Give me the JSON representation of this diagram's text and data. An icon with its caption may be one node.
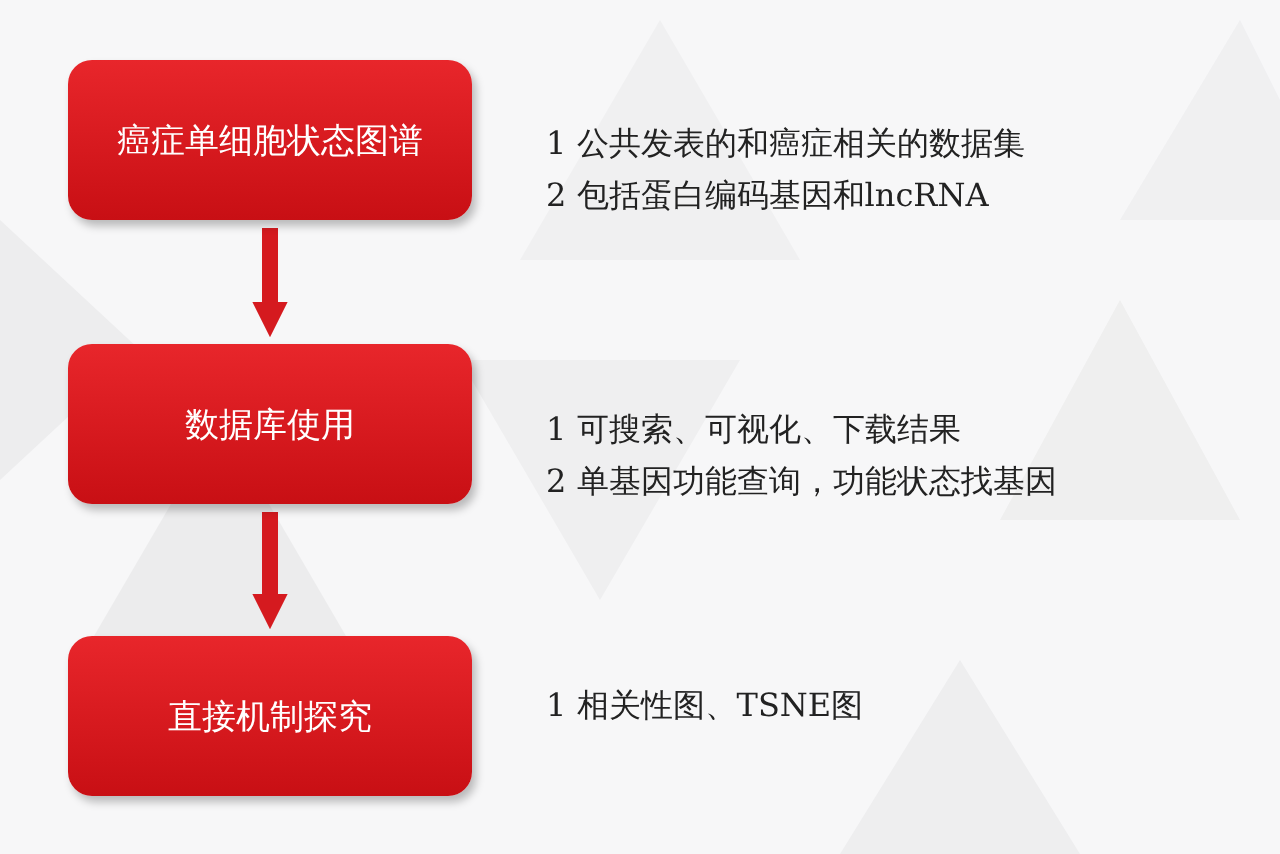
{
  "diagram": {
    "nodes": [
      {
        "text": [
          "癌症单细胞状态图谱"
        ],
        "beside": [
          "1 公共发表的和癌症相关的数据集",
          "2 包括蛋白编码基因和lncRNA"
        ]
      },
      {
        "text": [
          "数据库使用"
        ],
        "beside": [
          "1 可搜索、可视化、下载结果",
          "2 单基因功能查询，功能状态找基因"
        ]
      },
      {
        "text": [
          "直接机制探究"
        ],
        "beside": [
          "1 相关性图、TSNE图"
        ]
      }
    ],
    "edges": [
      {
        "from": 0,
        "to": 1,
        "arrow": "to"
      },
      {
        "from": 1,
        "to": 2,
        "arrow": "to"
      }
    ]
  }
}
